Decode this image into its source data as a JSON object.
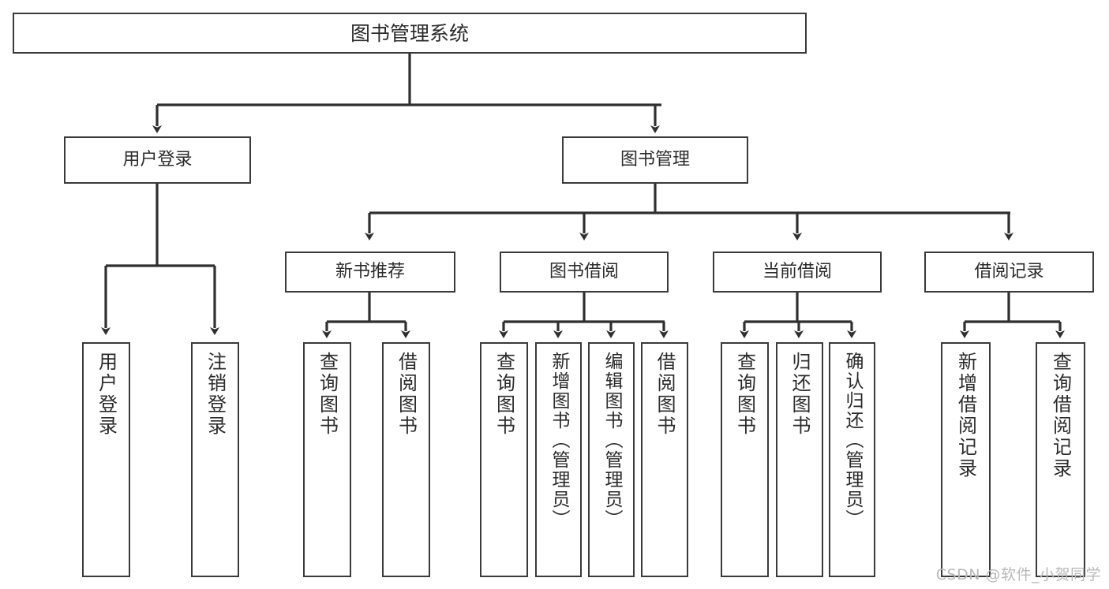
{
  "diagram": {
    "type": "tree-hierarchy-chart",
    "title": "图书管理系统",
    "watermark": "CSDN @软件_小贺同学",
    "colors": {
      "background": "#ffffff",
      "box_border": "#3a3a3a",
      "connector": "#2f2f2f",
      "text": "#2b2b2b",
      "watermark": "#b9b9b9"
    },
    "root": {
      "label": "图书管理系统"
    },
    "level2": [
      {
        "id": "user-login",
        "label": "用户登录"
      },
      {
        "id": "book-management",
        "label": "图书管理"
      }
    ],
    "level3": [
      {
        "id": "new-book-recommend",
        "label": "新书推荐"
      },
      {
        "id": "book-borrow",
        "label": "图书借阅"
      },
      {
        "id": "current-borrow",
        "label": "当前借阅"
      },
      {
        "id": "borrow-record",
        "label": "借阅记录"
      }
    ],
    "leaves": {
      "user_login": [
        {
          "id": "leaf-user-login",
          "label": "用户登录"
        },
        {
          "id": "leaf-logout",
          "label": "注销登录"
        }
      ],
      "new_book_recommend": [
        {
          "id": "leaf-query-book-1",
          "label": "查询图书"
        },
        {
          "id": "leaf-borrow-book-1",
          "label": "借阅图书"
        }
      ],
      "book_borrow": [
        {
          "id": "leaf-query-book-2",
          "label": "查询图书"
        },
        {
          "id": "leaf-add-book",
          "label": "新增图书（管理员）"
        },
        {
          "id": "leaf-edit-book",
          "label": "编辑图书（管理员）"
        },
        {
          "id": "leaf-borrow-book-2",
          "label": "借阅图书"
        }
      ],
      "current_borrow": [
        {
          "id": "leaf-query-book-3",
          "label": "查询图书"
        },
        {
          "id": "leaf-return-book",
          "label": "归还图书"
        },
        {
          "id": "leaf-confirm-return",
          "label": "确认归还（管理员）"
        }
      ],
      "borrow_record": [
        {
          "id": "leaf-add-record",
          "label": "新增借阅记录"
        },
        {
          "id": "leaf-query-record",
          "label": "查询借阅记录"
        }
      ]
    }
  }
}
